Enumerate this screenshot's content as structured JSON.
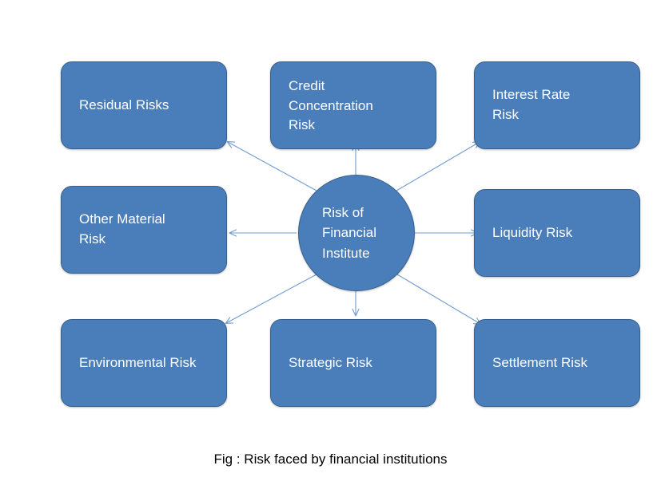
{
  "figure": {
    "caption": "Fig : Risk faced by financial institutions",
    "center": {
      "label": "Risk of\nFinancial\nInstitute",
      "shape": "circle",
      "fill": "#4a7ebb",
      "stroke": "#37618c",
      "text_color": "#ffffff"
    },
    "style": {
      "node_fill": "#4a7ebb",
      "node_stroke": "#37618c",
      "node_text": "#ffffff",
      "arrow_color": "#6f9bd1",
      "background": "#ffffff"
    },
    "nodes": [
      {
        "id": "residual-risks",
        "label": "Residual Risks",
        "position": "top-left",
        "arrow_direction": "center-to-node",
        "arrow_kind": "diagonal-up-left"
      },
      {
        "id": "credit-concentration-risk",
        "label": "Credit\nConcentration\nRisk",
        "position": "top-center",
        "arrow_direction": "center-to-node",
        "arrow_kind": "vertical-up"
      },
      {
        "id": "interest-rate-risk",
        "label": "Interest Rate\nRisk",
        "position": "top-right",
        "arrow_direction": "center-to-node",
        "arrow_kind": "diagonal-up-right"
      },
      {
        "id": "other-material-risk",
        "label": "Other Material\nRisk",
        "position": "middle-left",
        "arrow_direction": "center-to-node",
        "arrow_kind": "horizontal-left"
      },
      {
        "id": "liquidity-risk",
        "label": "Liquidity Risk",
        "position": "middle-right",
        "arrow_direction": "center-to-node",
        "arrow_kind": "horizontal-right"
      },
      {
        "id": "environmental-risk",
        "label": "Environmental Risk",
        "position": "bottom-left",
        "arrow_direction": "center-to-node",
        "arrow_kind": "diagonal-down-left"
      },
      {
        "id": "strategic-risk",
        "label": "Strategic Risk",
        "position": "bottom-center",
        "arrow_direction": "center-to-node",
        "arrow_kind": "vertical-down"
      },
      {
        "id": "settlement-risk",
        "label": "Settlement Risk",
        "position": "bottom-right",
        "arrow_direction": "center-to-node",
        "arrow_kind": "diagonal-down-right"
      }
    ]
  }
}
